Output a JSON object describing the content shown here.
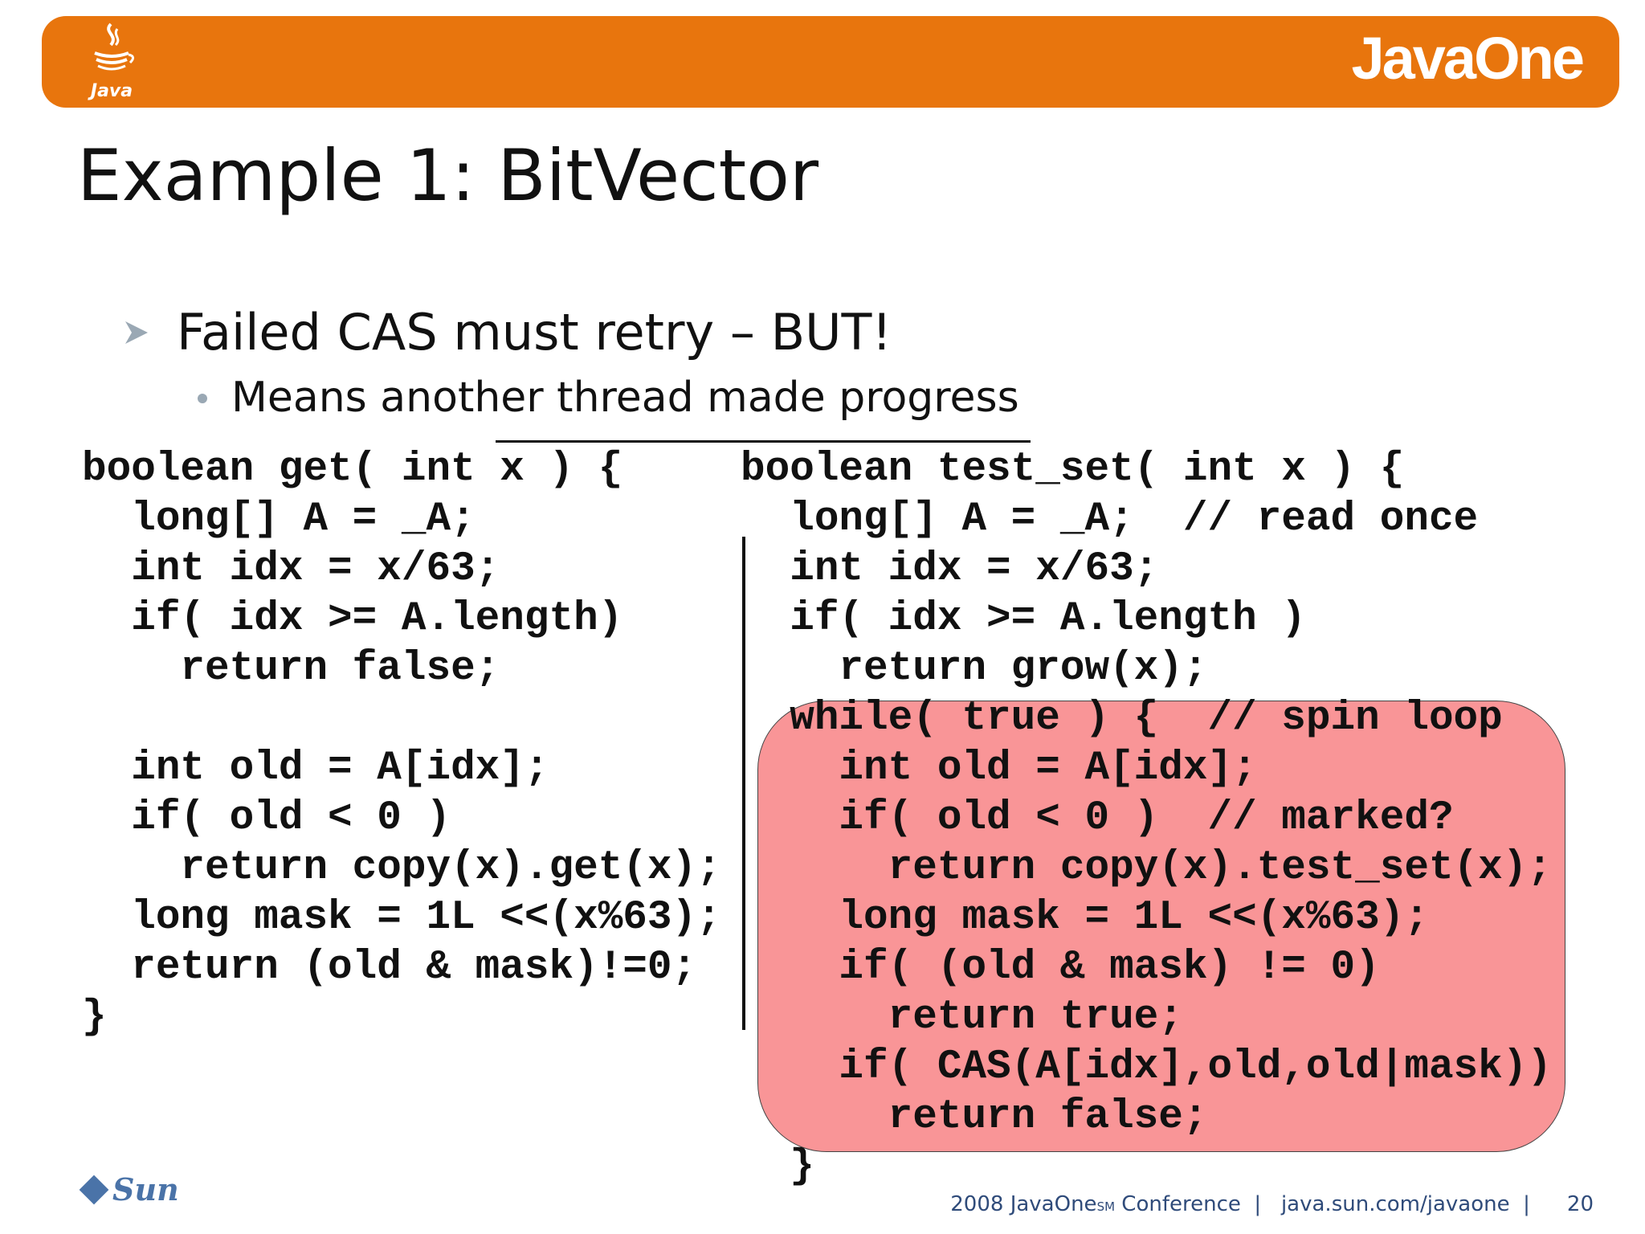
{
  "header": {
    "java_logo_text": "Java",
    "brand": "JavaOne"
  },
  "slide": {
    "title": "Example 1: BitVector",
    "bullet_main": "Failed CAS must retry – BUT!",
    "bullet_sub": "Means another thread made progress"
  },
  "code": {
    "left": "boolean get( int x ) {\n  long[] A = _A;\n  int idx = x/63;\n  if( idx >= A.length)\n    return false;\n\n  int old = A[idx];\n  if( old < 0 )\n    return copy(x).get(x);\n  long mask = 1L <<(x%63);\n  return (old & mask)!=0;\n}",
    "right": "boolean test_set( int x ) {\n  long[] A = _A;  // read once\n  int idx = x/63;\n  if( idx >= A.length )\n    return grow(x);\n  while( true ) {  // spin loop\n    int old = A[idx];\n    if( old < 0 )  // marked?\n      return copy(x).test_set(x);\n    long mask = 1L <<(x%63);\n    if( (old & mask) != 0)\n      return true;\n    if( CAS(A[idx],old,old|mask))\n      return false;\n  }"
  },
  "footer": {
    "sun_logo_text": "Sun",
    "conference_year": "2008 JavaOne",
    "conference_mark": "SM",
    "conference_suffix": " Conference  |   java.sun.com/javaone  |",
    "page_number": "20"
  },
  "colors": {
    "banner": "#e8750d",
    "highlight": "#f99597",
    "footer_text": "#2f4b7a",
    "sun_logo": "#4a73a8"
  }
}
